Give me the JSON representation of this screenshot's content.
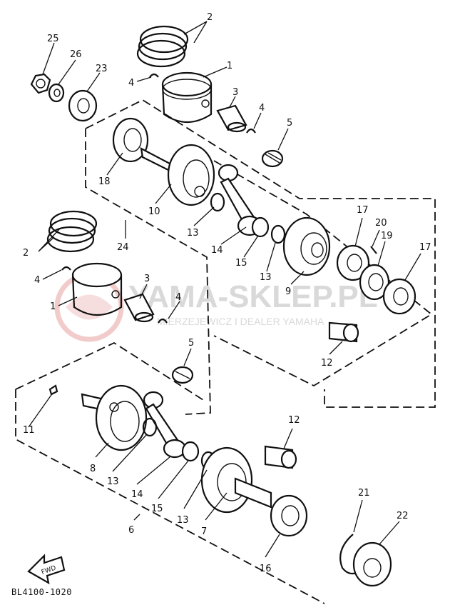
{
  "watermark": {
    "brand": "YAMA-SKLEP.PL",
    "subtitle": "MIERZEJEWICZ I DEALER YAMAHA",
    "color": "#e8a0a0"
  },
  "fwd_label": "FWD",
  "diagram_code": "BL4100-1020",
  "callouts": [
    {
      "id": "c2a",
      "text": "2"
    },
    {
      "id": "c25",
      "text": "25"
    },
    {
      "id": "c26",
      "text": "26"
    },
    {
      "id": "c23",
      "text": "23"
    },
    {
      "id": "c1a",
      "text": "1"
    },
    {
      "id": "c4a",
      "text": "4"
    },
    {
      "id": "c3a",
      "text": "3"
    },
    {
      "id": "c4b",
      "text": "4"
    },
    {
      "id": "c5a",
      "text": "5"
    },
    {
      "id": "c18",
      "text": "18"
    },
    {
      "id": "c10",
      "text": "10"
    },
    {
      "id": "c13a",
      "text": "13"
    },
    {
      "id": "c24",
      "text": "24"
    },
    {
      "id": "c14a",
      "text": "14"
    },
    {
      "id": "c15a",
      "text": "15"
    },
    {
      "id": "c13b",
      "text": "13"
    },
    {
      "id": "c9",
      "text": "9"
    },
    {
      "id": "c17a",
      "text": "17"
    },
    {
      "id": "c20",
      "text": "20"
    },
    {
      "id": "c19",
      "text": "19"
    },
    {
      "id": "c17b",
      "text": "17"
    },
    {
      "id": "c12a",
      "text": "12"
    },
    {
      "id": "c2b",
      "text": "2"
    },
    {
      "id": "c4c",
      "text": "4"
    },
    {
      "id": "c1b",
      "text": "1"
    },
    {
      "id": "c3b",
      "text": "3"
    },
    {
      "id": "c4d",
      "text": "4"
    },
    {
      "id": "c5b",
      "text": "5"
    },
    {
      "id": "c11",
      "text": "11"
    },
    {
      "id": "c8",
      "text": "8"
    },
    {
      "id": "c13c",
      "text": "13"
    },
    {
      "id": "c14b",
      "text": "14"
    },
    {
      "id": "c15b",
      "text": "15"
    },
    {
      "id": "c13d",
      "text": "13"
    },
    {
      "id": "c12b",
      "text": "12"
    },
    {
      "id": "c7",
      "text": "7"
    },
    {
      "id": "c6",
      "text": "6"
    },
    {
      "id": "c16",
      "text": "16"
    },
    {
      "id": "c21",
      "text": "21"
    },
    {
      "id": "c22",
      "text": "22"
    }
  ]
}
